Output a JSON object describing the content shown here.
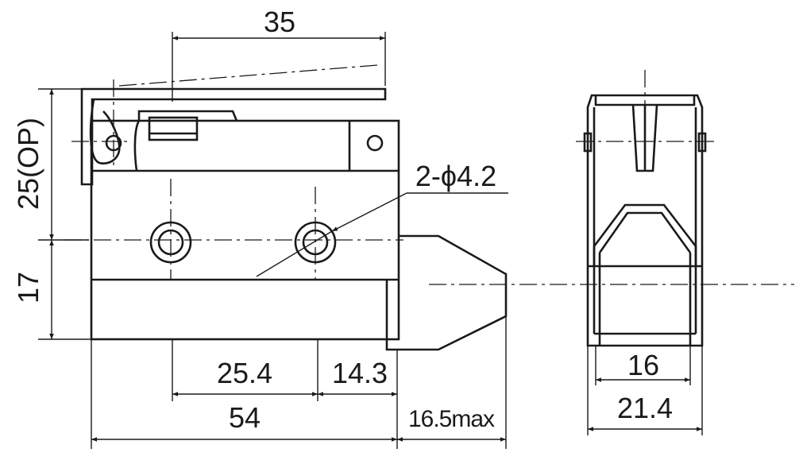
{
  "dimensions": {
    "top_width": "35",
    "op_height": "25(OP)",
    "lower_height": "17",
    "holes": "2-ϕ4.2",
    "hole_spacing": "25.4",
    "hole_to_edge": "14.3",
    "overall_length": "54",
    "plunger_length": "16.5max",
    "inner_width": "16",
    "outer_width": "21.4"
  },
  "colors": {
    "line": "#1a1a1a",
    "background": "#ffffff"
  }
}
